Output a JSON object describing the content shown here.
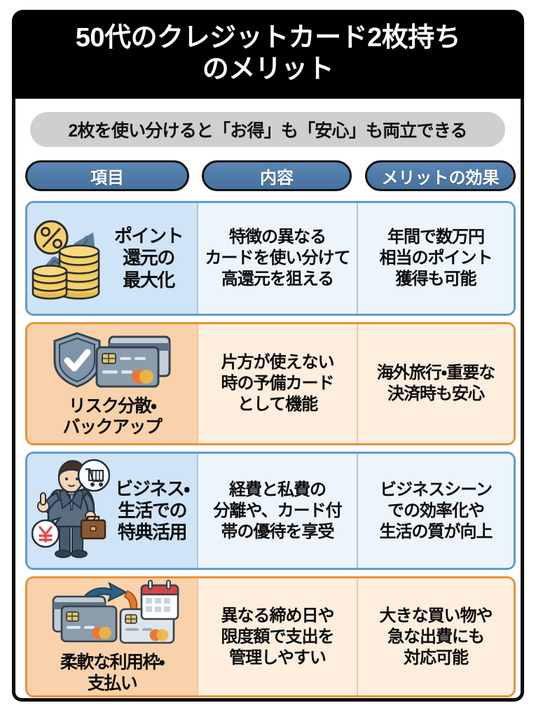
{
  "title": "50代のクレジットカード2枚持ち\nのメリット",
  "subtitle": "2枚を使い分けると「お得」も「安心」も両立できる",
  "headers": {
    "col1": "項目",
    "col2": "内容",
    "col3": "メリットの効果"
  },
  "rows": [
    {
      "tone": "blue",
      "icon": "coins-percent-growth-icon",
      "label": "ポイント\n還元の\n最大化",
      "content": "特徴の異なる\nカードを使い分けて\n高還元を狙える",
      "effect": "年間で数万円\n相当のポイント\n獲得も可能"
    },
    {
      "tone": "orange",
      "icon": "shield-credit-cards-icon",
      "label": "リスク分散・\nバックアップ",
      "content": "片方が使えない\n時の予備カード\nとして機能",
      "effect": "海外旅行・重要な\n決済時も安心"
    },
    {
      "tone": "blue",
      "icon": "businessman-cart-yen-icon",
      "label": "ビジネス・\n生活での\n特典活用",
      "content": "経費と私費の\n分離や、カード付\n帯の優待を享受",
      "effect": "ビジネスシーン\nでの効率化や\n生活の質が向上"
    },
    {
      "tone": "orange",
      "icon": "cards-arrows-calendar-icon",
      "label": "柔軟な利用枠・\n支払い",
      "content": "異なる締め日や\n限度額で支出を\n管理しやすい",
      "effect": "大きな買い物や\n急な出費にも\n対応可能"
    }
  ],
  "colors": {
    "title_bar_bg": "#000000",
    "title_text": "#ffffff",
    "subtitle_pill_bg": "#cfcfcf",
    "header_pill_bg": "#4d7aa8",
    "header_pill_border": "#111111",
    "blue_row_border": "#5f9bd4",
    "blue_row_label_bg": "#cfe4f6",
    "blue_row_cell_bg": "#edf5fc",
    "orange_row_border": "#e8913c",
    "orange_row_label_bg": "#f9d2ab",
    "orange_row_cell_bg": "#fdeede",
    "frame_border": "#0d0d0d",
    "coin_gold": "#f2d06b",
    "arrow_blue_gray": "#5d7d99",
    "card_gray": "#7d8d9c",
    "arrow_orange": "#e07a2c",
    "calendar_red": "#d4454a",
    "yen_red": "#e24b4b"
  }
}
